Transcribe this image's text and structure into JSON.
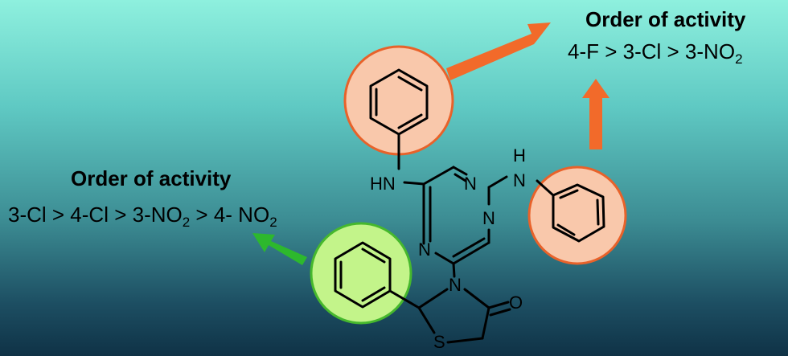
{
  "colors": {
    "orange_arrow": "#f26a2a",
    "orange_circle_fill": "#f9c8ab",
    "orange_circle_stroke": "#e8622a",
    "green_arrow": "#2db82d",
    "green_circle_fill": "#c3f48a",
    "green_circle_stroke": "#46b82d"
  },
  "right_panel": {
    "heading": "Order of activity",
    "order": {
      "p1": "4-F > 3-Cl > 3-NO",
      "s1": "2"
    }
  },
  "left_panel": {
    "heading": "Order of activity",
    "order": {
      "p1": "3-Cl > 4-Cl > 3-NO",
      "s1": "2",
      "p2": " > 4- NO",
      "s2": "2"
    }
  },
  "molecule": {
    "atoms": {
      "hn_left": "HN",
      "h_right": "H",
      "n_right": "N",
      "triazine_n1": "N",
      "triazine_n2": "N",
      "triazine_n3": "N",
      "thiazolidinone_n": "N",
      "carbonyl_o": "O",
      "sulfur": "S"
    }
  }
}
